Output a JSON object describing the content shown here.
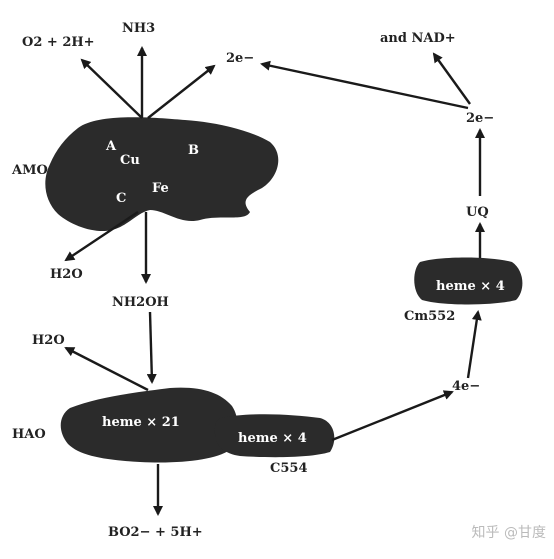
{
  "labels": {
    "o2_2h": "O2 + 2H+",
    "nh3": "NH3",
    "two_e_top": "2e−",
    "and_nad": "and NAD+",
    "two_e_right": "2e−",
    "amo": "AMO",
    "site_a": "A",
    "site_cu": "Cu",
    "site_b": "B",
    "site_c": "C",
    "site_fe": "Fe",
    "h2o_top": "H2O",
    "nh2oh": "NH2OH",
    "h2o_mid": "H2O",
    "uq": "UQ",
    "heme4_right": "heme × 4",
    "cm552": "Cm552",
    "four_e": "4e−",
    "hao": "HAO",
    "heme21": "heme × 21",
    "heme4_bottom": "heme × 4",
    "c554": "C554",
    "bo2": "BO2− + 5H+"
  },
  "watermark": "知乎 @甘度",
  "colors": {
    "blob": "#2b2b2b",
    "arrow": "#1a1a1a",
    "text": "#222222"
  }
}
